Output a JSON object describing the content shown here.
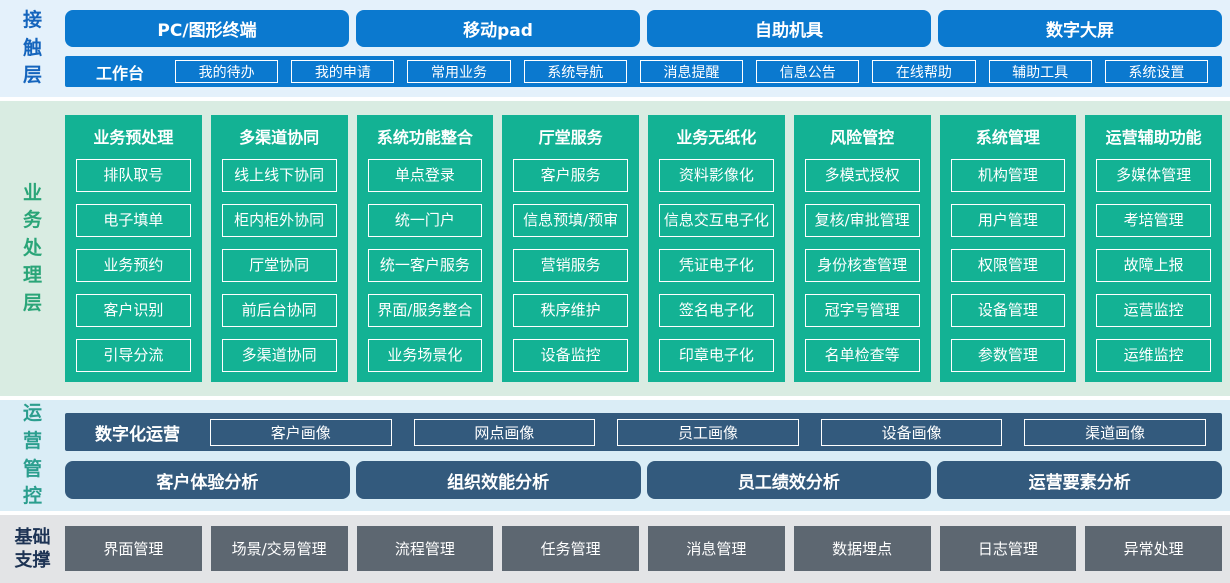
{
  "colors": {
    "contact_blue": "#0b79cf",
    "contact_label_blue": "#1565bd",
    "contact_bg": "#e4f1fb",
    "business_teal": "#13b294",
    "business_label_green": "#2aa578",
    "business_bg": "#d9ece2",
    "operations_slate": "#335a7d",
    "operations_label_teal": "#2b9e8e",
    "operations_bg": "#daedf6",
    "foundation_gray": "#5d6771",
    "foundation_label_navy": "#1d3354",
    "foundation_bg": "#e3e4e6"
  },
  "contact": {
    "label": "接触层",
    "terminals": [
      "PC/图形终端",
      "移动pad",
      "自助机具",
      "数字大屏"
    ],
    "workbench": {
      "label": "工作台",
      "items": [
        "我的待办",
        "我的申请",
        "常用业务",
        "系统导航",
        "消息提醒",
        "信息公告",
        "在线帮助",
        "辅助工具",
        "系统设置"
      ]
    }
  },
  "business": {
    "label": "业务处理层",
    "columns": [
      {
        "title": "业务预处理",
        "items": [
          "排队取号",
          "电子填单",
          "业务预约",
          "客户识别",
          "引导分流"
        ]
      },
      {
        "title": "多渠道协同",
        "items": [
          "线上线下协同",
          "柜内柜外协同",
          "厅堂协同",
          "前后台协同",
          "多渠道协同"
        ]
      },
      {
        "title": "系统功能整合",
        "items": [
          "单点登录",
          "统一门户",
          "统一客户服务",
          "界面/服务整合",
          "业务场景化"
        ]
      },
      {
        "title": "厅堂服务",
        "items": [
          "客户服务",
          "信息预填/预审",
          "营销服务",
          "秩序维护",
          "设备监控"
        ]
      },
      {
        "title": "业务无纸化",
        "items": [
          "资料影像化",
          "信息交互电子化",
          "凭证电子化",
          "签名电子化",
          "印章电子化"
        ]
      },
      {
        "title": "风险管控",
        "items": [
          "多模式授权",
          "复核/审批管理",
          "身份核查管理",
          "冠字号管理",
          "名单检查等"
        ]
      },
      {
        "title": "系统管理",
        "items": [
          "机构管理",
          "用户管理",
          "权限管理",
          "设备管理",
          "参数管理"
        ]
      },
      {
        "title": "运营辅助功能",
        "items": [
          "多媒体管理",
          "考培管理",
          "故障上报",
          "运营监控",
          "运维监控"
        ]
      }
    ]
  },
  "operations": {
    "label": "运营管控",
    "digital": {
      "label": "数字化运营",
      "items": [
        "客户画像",
        "网点画像",
        "员工画像",
        "设备画像",
        "渠道画像"
      ]
    },
    "analysis": [
      "客户体验分析",
      "组织效能分析",
      "员工绩效分析",
      "运营要素分析"
    ]
  },
  "foundation": {
    "label": "基础支撑",
    "items": [
      "界面管理",
      "场景/交易管理",
      "流程管理",
      "任务管理",
      "消息管理",
      "数据埋点",
      "日志管理",
      "异常处理"
    ]
  }
}
